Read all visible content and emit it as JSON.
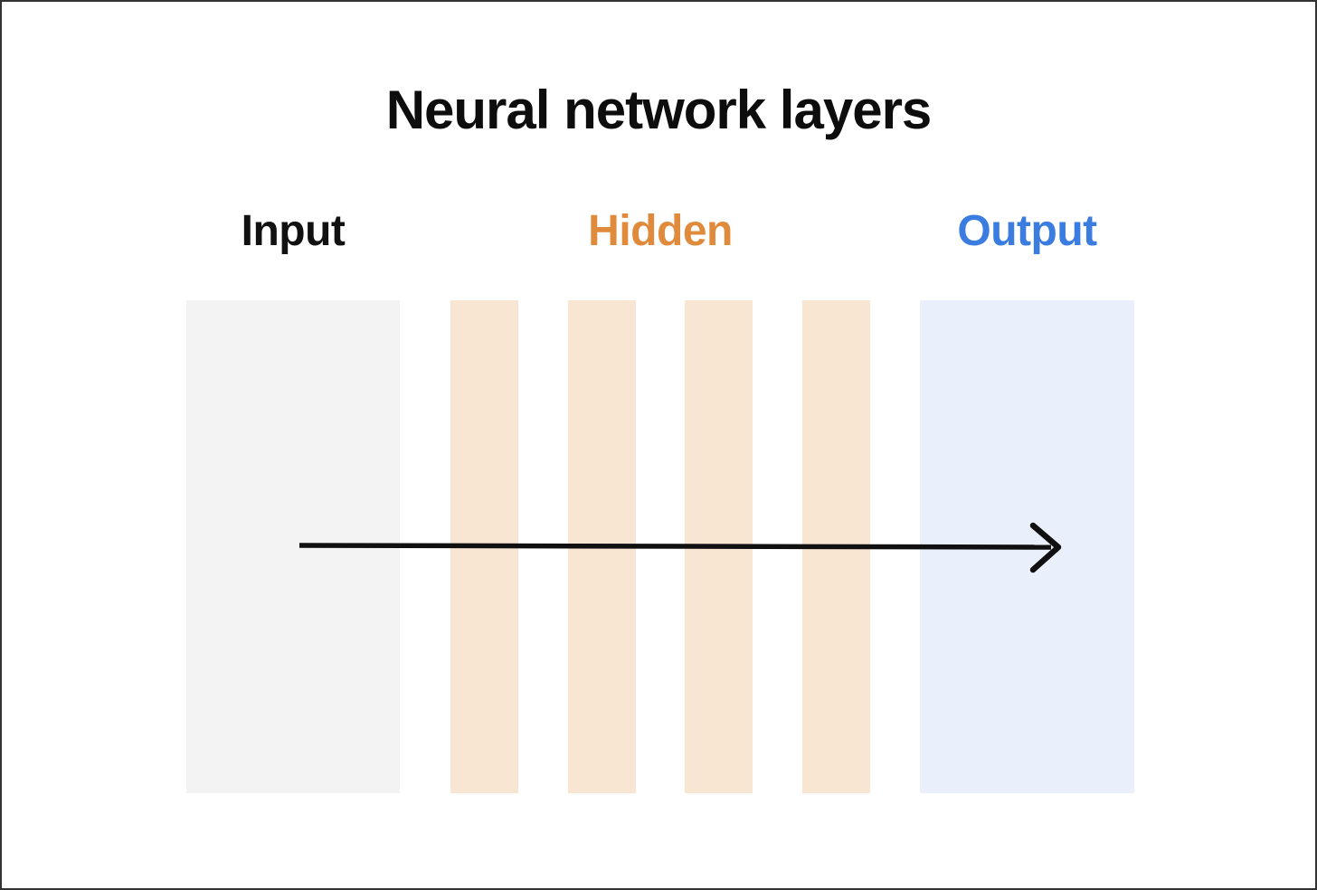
{
  "title": "Neural network layers",
  "columns": {
    "input": {
      "label": "Input",
      "label_color": "#111111",
      "fill": "#f3f3f3",
      "bar_count": 1
    },
    "hidden": {
      "label": "Hidden",
      "label_color": "#e08a3c",
      "fill": "#f8e5d2",
      "bar_count": 4
    },
    "output": {
      "label": "Output",
      "label_color": "#3b7ce0",
      "fill": "#eaf0fb",
      "bar_count": 1
    }
  },
  "arrow": {
    "icon": "right-arrow-icon",
    "direction": "left-to-right",
    "color": "#101010"
  }
}
